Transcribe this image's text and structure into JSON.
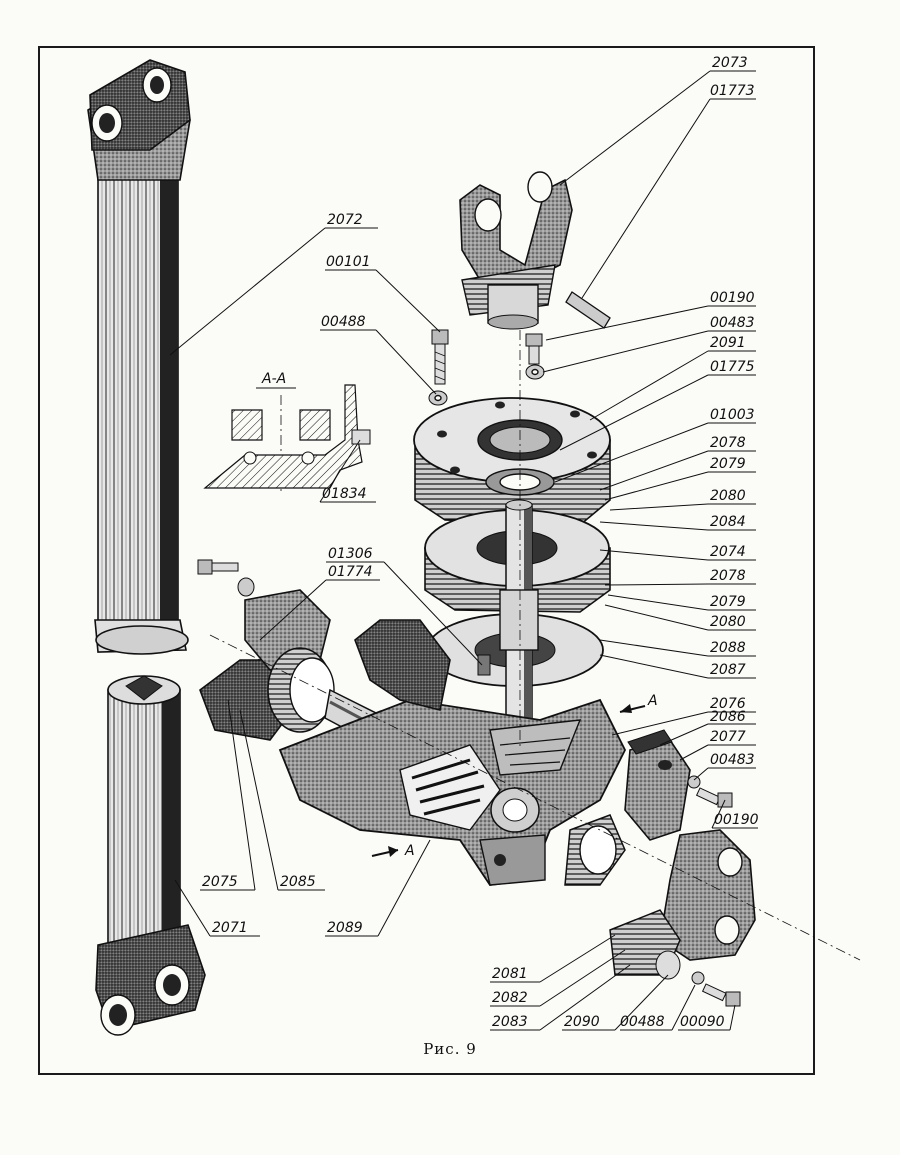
{
  "figure": {
    "caption": "Рис. 9",
    "section_label": "A-A",
    "section_arrow_labels": [
      "A",
      "A"
    ]
  },
  "labels": {
    "p2073": "2073",
    "p01773": "01773",
    "p2072": "2072",
    "p00101": "00101",
    "p00488_top": "00488",
    "p00190_top": "00190",
    "p00483_top": "00483",
    "p2091": "2091",
    "p01775": "01775",
    "p01003": "01003",
    "p2078_a": "2078",
    "p2079_a": "2079",
    "p2080_a": "2080",
    "p2084": "2084",
    "p2074": "2074",
    "p2078_b": "2078",
    "p2079_b": "2079",
    "p2080_b": "2080",
    "p2088": "2088",
    "p2087": "2087",
    "p01834": "01834",
    "p01306": "01306",
    "p01774": "01774",
    "p2076": "2076",
    "p2086": "2086",
    "p2077": "2077",
    "p00483_bot": "00483",
    "p00190_bot": "00190",
    "p2075": "2075",
    "p2085": "2085",
    "p2071": "2071",
    "p2089": "2089",
    "p2081": "2081",
    "p2082": "2082",
    "p2083": "2083",
    "p2090": "2090",
    "p00488_bot": "00488",
    "p00090": "00090"
  }
}
